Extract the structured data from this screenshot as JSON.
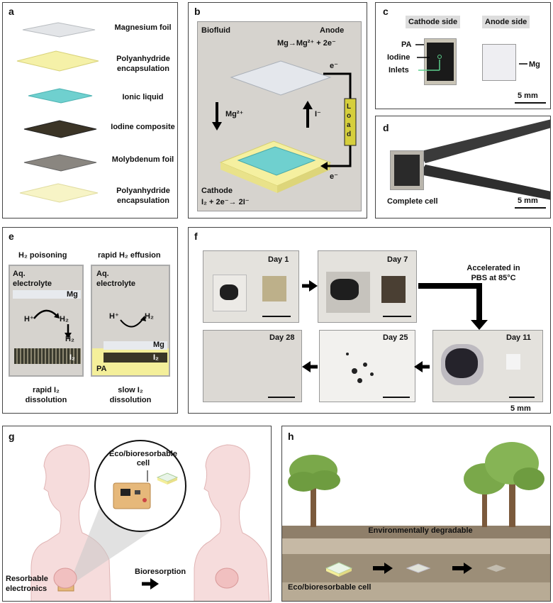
{
  "panel_labels": {
    "a": "a",
    "b": "b",
    "c": "c",
    "d": "d",
    "e": "e",
    "f": "f",
    "g": "g",
    "h": "h"
  },
  "a": {
    "layers": [
      "Magnesium foil",
      "Polyanhydride encapsulation",
      "Ionic liquid",
      "Iodine composite",
      "Molybdenum foil",
      "Polyanhydride encapsulation"
    ]
  },
  "b": {
    "biofluid": "Biofluid",
    "anode": "Anode",
    "anode_eq": "Mg→Mg²⁺ + 2e⁻",
    "mg_ion": "Mg²⁺",
    "iodide": "I⁻",
    "e_top": "e⁻",
    "e_bot": "e⁻",
    "load": "Load",
    "cathode": "Cathode",
    "cathode_eq": "I₂ + 2e⁻→ 2I⁻"
  },
  "c": {
    "cathode_side": "Cathode side",
    "anode_side": "Anode side",
    "pa": "PA",
    "iodine": "Iodine",
    "inlets": "Inlets",
    "mg": "Mg",
    "scale": "5 mm"
  },
  "d": {
    "complete_cell": "Complete cell",
    "scale": "5 mm"
  },
  "e": {
    "left_title": "H₂ poisoning",
    "right_title": "rapid H₂ effusion",
    "aq1": "Aq.",
    "electrolyte1": "electrolyte",
    "aq2": "Aq.",
    "electrolyte2": "electrolyte",
    "mg_l": "Mg",
    "mg_r": "Mg",
    "hplus_l": "H⁺",
    "h2_l1": "H₂",
    "h2_l2": "H₂",
    "hplus_r": "H⁺",
    "h2_r": "H₂",
    "i2_l": "I₂",
    "i2_r": "I₂",
    "pa": "PA",
    "left_caption1": "rapid I₂",
    "left_caption2": "dissolution",
    "right_caption1": "slow I₂",
    "right_caption2": "dissolution"
  },
  "f": {
    "days": [
      "Day 1",
      "Day 7",
      "Day 11",
      "Day 25",
      "Day 28"
    ],
    "accel1": "Accelerated in",
    "accel2": "PBS at 85°C",
    "scale": "5 mm"
  },
  "g": {
    "cell1": "Eco/bioresorbable",
    "cell2": "cell",
    "resorb1": "Resorbable",
    "resorb2": "electronics",
    "bioresorption": "Bioresorption"
  },
  "h": {
    "env": "Environmentally degradable",
    "cell": "Eco/bioresorbable cell"
  },
  "colors": {
    "panel_grey": "#d6d3ce",
    "ionic_liquid": "#6fd0cf",
    "encapsulation": "#f4f0b0",
    "iodine": "#3b3426",
    "molybdenum": "#8a8680",
    "magnesium": "#dfe3e8",
    "soil": "#8a7a66"
  }
}
